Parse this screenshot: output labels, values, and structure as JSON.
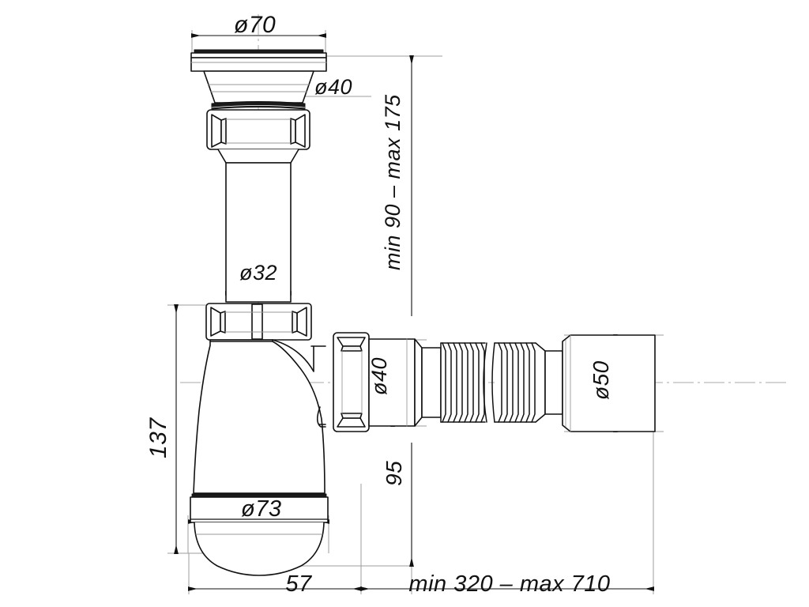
{
  "drawing": {
    "title": "Bottle trap assembly drawing",
    "type": "engineering-dimensioned-drawing",
    "units": "mm",
    "background": "#ffffff",
    "line_color": "#1a1a1a",
    "thin_line_color": "#8f8f8f",
    "center_line_color": "#9a9a9a"
  },
  "dimensions": {
    "flange_diameter": "ø70",
    "inlet_thread_diameter": "ø40",
    "downpipe_diameter": "ø32",
    "bowl_diameter": "ø73",
    "outlet_diameter": "ø40",
    "hose_end_diameter": "ø50",
    "bowl_height": "137",
    "outlet_height": "95",
    "bowl_offset": "57",
    "inlet_height_range": "min 90 – max 175",
    "outlet_length_range": "min 320 – max 710"
  },
  "parts": {
    "flange": "sink-flange",
    "inlet_cone": "inlet-cone",
    "upper_nut": "upper-union-nut",
    "downpipe": "vertical-downpipe",
    "lower_nut": "bowl-union-nut",
    "bowl": "trap-bowl",
    "bowl_cap": "bowl-bottom-cap",
    "outlet_nut": "outlet-union-nut",
    "outlet_pipe": "outlet-pipe",
    "bellows_left": "corrugated-hose-left",
    "bellows_right": "corrugated-hose-right",
    "end_socket": "end-socket-50"
  }
}
